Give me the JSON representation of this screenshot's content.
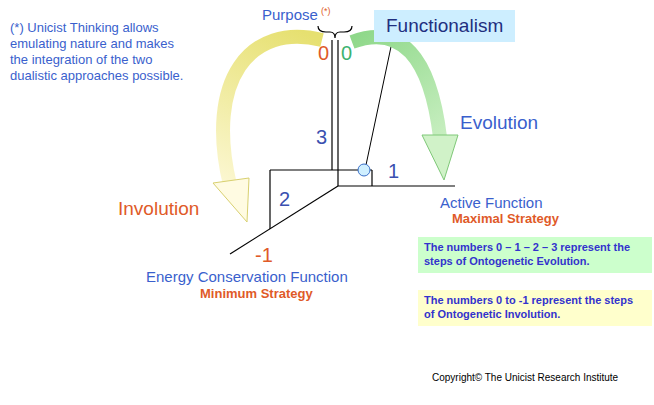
{
  "diagram": {
    "nodes": [
      {
        "text": [
          "Functionalism"
        ]
      },
      {
        "text": [
          "The numbers 0 – 1 – 2 – 3 represent the steps of Ontogenetic Evolution."
        ]
      },
      {
        "text": [
          "The numbers 0 to -1 represent the steps of Ontogenetic Involution."
        ]
      }
    ],
    "labels": [
      "(*) Unicist Thinking allows emulating nature and makes the integration of the two dualistic approaches possible.",
      "Purpose",
      "(*)",
      "0",
      "0",
      "3",
      "Evolution",
      "Involution",
      "2",
      "1",
      "-1",
      "Active Function",
      "Maximal Strategy",
      "Energy Conservation Function",
      "Minimum Strategy",
      "Copyright© The Unicist Research Institute"
    ]
  }
}
